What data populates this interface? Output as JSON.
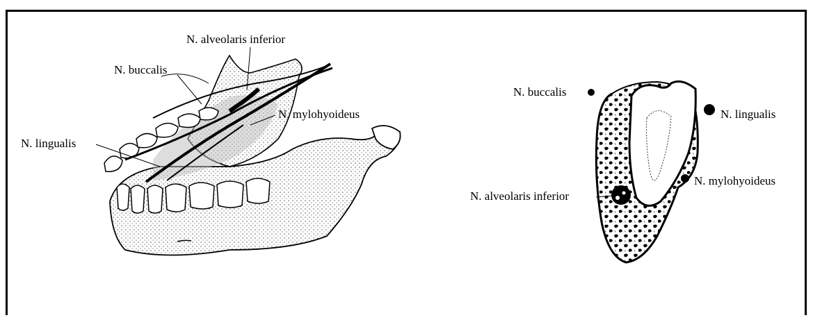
{
  "labels": {
    "mandible": {
      "alveolaris_inferior": "N. alveolaris inferior",
      "buccalis": "N. buccalis",
      "mylohyoideus": "N. mylohyoideus",
      "lingualis": "N. lingualis"
    },
    "cross_section": {
      "buccalis": "N. buccalis",
      "lingualis": "N. lingualis",
      "mylohyoideus": "N. mylohyoideus",
      "alveolaris_inferior": "N. alveolaris inferior"
    }
  },
  "colors": {
    "line": "#000000",
    "background": "#ffffff"
  }
}
